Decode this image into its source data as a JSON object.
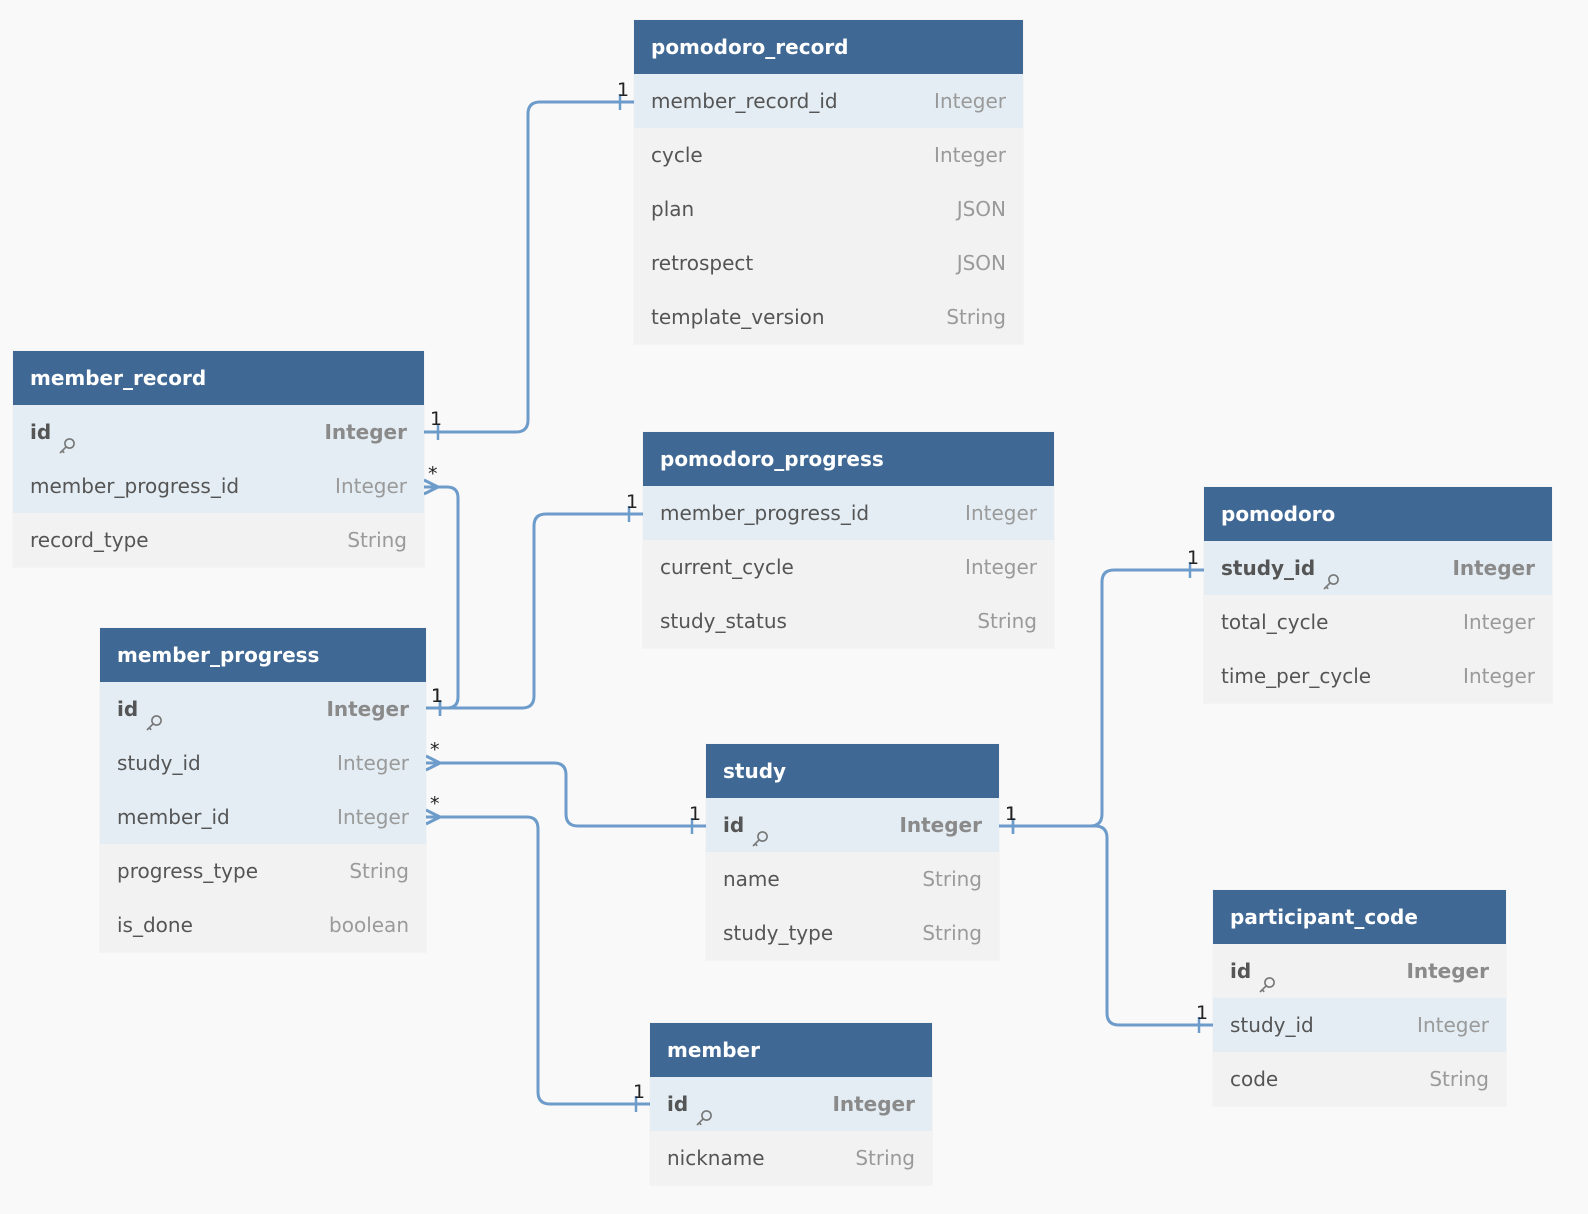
{
  "tables": [
    {
      "id": "pomodoro_record",
      "name": "pomodoro_record",
      "fields": [
        {
          "name": "member_record_id",
          "type": "Integer",
          "pk": false,
          "highlight": true
        },
        {
          "name": "cycle",
          "type": "Integer",
          "pk": false,
          "highlight": false
        },
        {
          "name": "plan",
          "type": "JSON",
          "pk": false,
          "highlight": false
        },
        {
          "name": "retrospect",
          "type": "JSON",
          "pk": false,
          "highlight": false
        },
        {
          "name": "template_version",
          "type": "String",
          "pk": false,
          "highlight": false
        }
      ]
    },
    {
      "id": "member_record",
      "name": "member_record",
      "fields": [
        {
          "name": "id",
          "type": "Integer",
          "pk": true,
          "highlight": true
        },
        {
          "name": "member_progress_id",
          "type": "Integer",
          "pk": false,
          "highlight": true
        },
        {
          "name": "record_type",
          "type": "String",
          "pk": false,
          "highlight": false
        }
      ]
    },
    {
      "id": "pomodoro_progress",
      "name": "pomodoro_progress",
      "fields": [
        {
          "name": "member_progress_id",
          "type": "Integer",
          "pk": false,
          "highlight": true
        },
        {
          "name": "current_cycle",
          "type": "Integer",
          "pk": false,
          "highlight": false
        },
        {
          "name": "study_status",
          "type": "String",
          "pk": false,
          "highlight": false
        }
      ]
    },
    {
      "id": "pomodoro",
      "name": "pomodoro",
      "fields": [
        {
          "name": "study_id",
          "type": "Integer",
          "pk": true,
          "highlight": true
        },
        {
          "name": "total_cycle",
          "type": "Integer",
          "pk": false,
          "highlight": false
        },
        {
          "name": "time_per_cycle",
          "type": "Integer",
          "pk": false,
          "highlight": false
        }
      ]
    },
    {
      "id": "member_progress",
      "name": "member_progress",
      "fields": [
        {
          "name": "id",
          "type": "Integer",
          "pk": true,
          "highlight": true
        },
        {
          "name": "study_id",
          "type": "Integer",
          "pk": false,
          "highlight": true
        },
        {
          "name": "member_id",
          "type": "Integer",
          "pk": false,
          "highlight": true
        },
        {
          "name": "progress_type",
          "type": "String",
          "pk": false,
          "highlight": false
        },
        {
          "name": "is_done",
          "type": "boolean",
          "pk": false,
          "highlight": false
        }
      ]
    },
    {
      "id": "study",
      "name": "study",
      "fields": [
        {
          "name": "id",
          "type": "Integer",
          "pk": true,
          "highlight": true
        },
        {
          "name": "name",
          "type": "String",
          "pk": false,
          "highlight": false
        },
        {
          "name": "study_type",
          "type": "String",
          "pk": false,
          "highlight": false
        }
      ]
    },
    {
      "id": "participant_code",
      "name": "participant_code",
      "fields": [
        {
          "name": "id",
          "type": "Integer",
          "pk": true,
          "highlight": false
        },
        {
          "name": "study_id",
          "type": "Integer",
          "pk": false,
          "highlight": true
        },
        {
          "name": "code",
          "type": "String",
          "pk": false,
          "highlight": false
        }
      ]
    },
    {
      "id": "member",
      "name": "member",
      "fields": [
        {
          "name": "id",
          "type": "Integer",
          "pk": true,
          "highlight": true
        },
        {
          "name": "nickname",
          "type": "String",
          "pk": false,
          "highlight": false
        }
      ]
    }
  ],
  "relationships": [
    {
      "from": "member_record.id",
      "from_card": "1",
      "to": "pomodoro_record.member_record_id",
      "to_card": "1"
    },
    {
      "from": "member_record.member_progress_id",
      "from_card": "*",
      "to": "member_progress.id",
      "to_card": "1"
    },
    {
      "from": "member_progress.id",
      "from_card": "1",
      "to": "pomodoro_progress.member_progress_id",
      "to_card": "1"
    },
    {
      "from": "member_progress.study_id",
      "from_card": "*",
      "to": "study.id",
      "to_card": "1"
    },
    {
      "from": "member_progress.member_id",
      "from_card": "*",
      "to": "member.id",
      "to_card": "1"
    },
    {
      "from": "study.id",
      "from_card": "1",
      "to": "pomodoro.study_id",
      "to_card": "1"
    },
    {
      "from": "study.id",
      "from_card": "1",
      "to": "participant_code.study_id",
      "to_card": "1"
    }
  ],
  "colors": {
    "header": "#3f6894",
    "edge": "#6d9ccb",
    "highlight_row": "#e3edf3",
    "row": "#f2f2f2"
  },
  "icons": {
    "primary_key": "key-icon"
  }
}
